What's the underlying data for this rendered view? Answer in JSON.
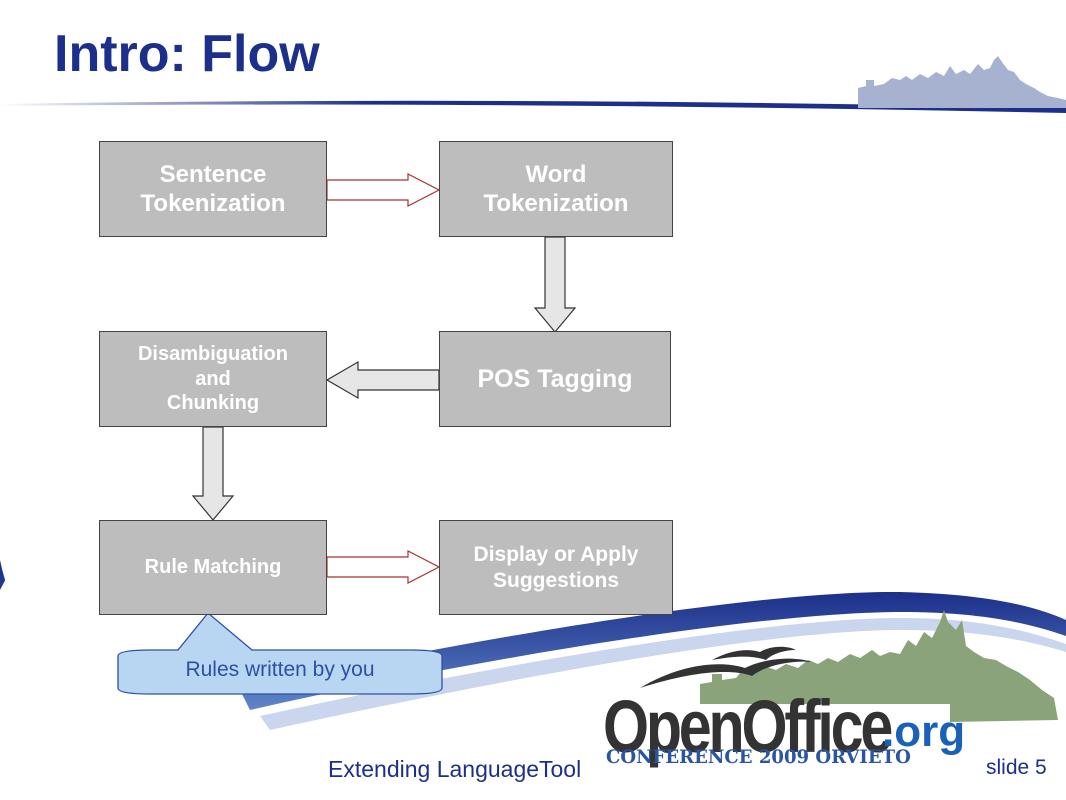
{
  "slide": {
    "title": "Intro: Flow",
    "footer_left": "Extending LanguageTool",
    "footer_right": "slide 5"
  },
  "flow": {
    "boxes": {
      "sentence": "Sentence\nTokenization",
      "word": "Word\nTokenization",
      "pos": "POS Tagging",
      "disambig": "Disambiguation\nand\nChunking",
      "rules": "Rule Matching",
      "display": "Display or Apply\nSuggestions"
    },
    "callout": "Rules written by you"
  },
  "logo": {
    "name_open": "OpenOffice",
    "name_org": ".org",
    "conference": "CONFERENCE 2009 ORVIETO"
  },
  "colors": {
    "title": "#1c2f8a",
    "box_fill": "#bdbdbd",
    "arrow_red": "#a83232",
    "callout_fill": "#b8d6f2",
    "logo_blue": "#1a5fb8",
    "city_green": "#8aa37a"
  }
}
